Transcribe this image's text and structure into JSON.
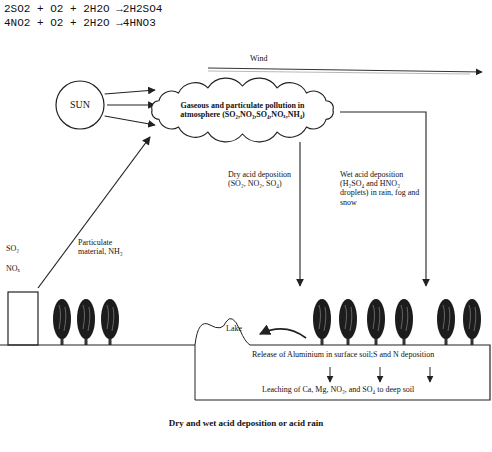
{
  "diagram": {
    "caption": "Dry and wet acid deposition or acid rain",
    "nodes": [
      {
        "text": [
          "SUN"
        ]
      },
      {
        "text": [
          "Gaseous and particulate pollution in atmosphere (SO₂,NO₃,SO₄,NOₓ,NH₄)"
        ]
      }
    ],
    "edges": [
      {
        "from": 0,
        "to": 1,
        "arrow": "to"
      },
      {
        "from": 0,
        "to": 1,
        "arrow": "to"
      },
      {
        "from": 0,
        "to": 1,
        "arrow": "to"
      }
    ],
    "labels": [
      "2SO2 + O2 + 2H2O →2H2SO4",
      "4NO2 + O2 + 2H2O →4HNO3",
      "Wind",
      "Dry acid deposition (SO₂, NO₂, SO₄)",
      "Wet acid deposition (H₂SO₄ and HNO₃ droplets) in rain, fog and snow",
      "SO₂",
      "NOₓ",
      "Particulate material, NH₃",
      "Lake",
      "Release of Aluminium in surface soil;S and N deposition",
      "Leaching of Ca, Mg, NO₃, and SO₄ to deep soil"
    ]
  }
}
